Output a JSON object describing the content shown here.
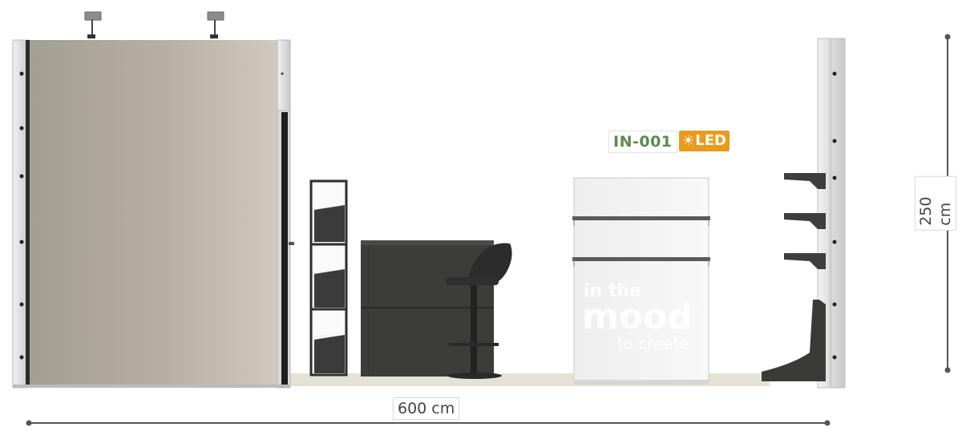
{
  "dimensions": {
    "width_label": "600 cm",
    "height_label": "250 cm"
  },
  "product": {
    "code": "IN-001",
    "badge_icon": "sun-icon",
    "badge_label": "LED"
  },
  "counter_graphic": {
    "line1": "in the",
    "line2": "mood",
    "line3": "to create"
  },
  "colors": {
    "code_text": "#5b8a4f",
    "led_badge": "#e89b1c",
    "wall_panel": "#b3ad9f",
    "dark_furniture": "#3a3a38",
    "dimension_line": "#555555"
  }
}
